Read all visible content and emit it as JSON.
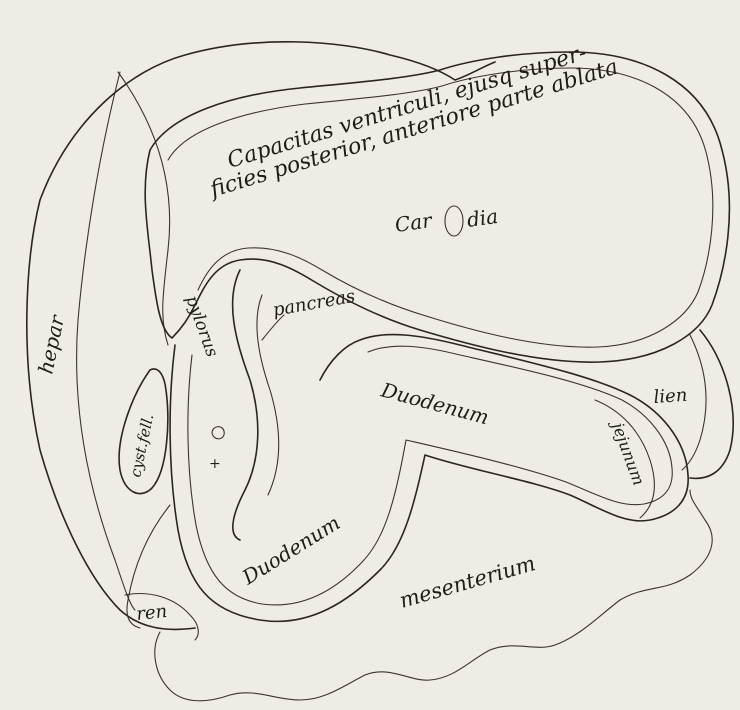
{
  "labels": {
    "capacitas_line1": "Capacitas ventriculi, ejusq super-",
    "capacitas_line2": "ficies posterior, anteriore parte ablata",
    "cardia_left": "Car",
    "cardia_right": "dia",
    "pancreas": "pancreas",
    "pylorus": "pylorus",
    "hepar": "hepar",
    "cyst_fell": "cyst.fell.",
    "duodenum_upper": "Duodenum",
    "duodenum_lower": "Duodenum",
    "lien": "lien",
    "jejunum": "jejunum",
    "mesenterium": "mesenterium",
    "ren": "ren",
    "marker": "+"
  },
  "colors": {
    "paper": "#efece6",
    "ink": "#2a2520"
  }
}
